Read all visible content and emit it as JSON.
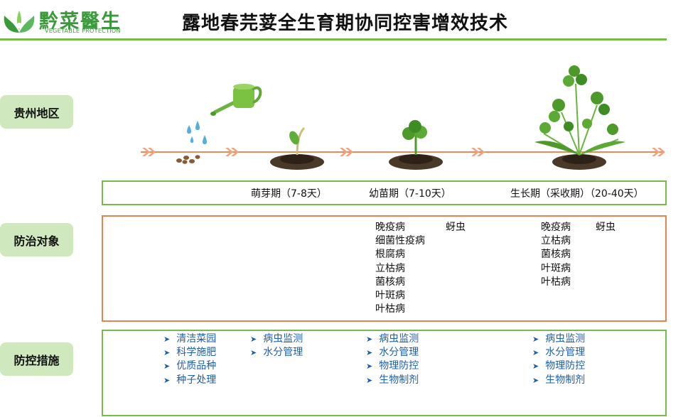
{
  "header": {
    "logo_chars": "黔菜醫生",
    "logo_sub": "VEGETABLE PROTECTION",
    "title": "露地春芫荽全生育期协同控害增效技术"
  },
  "colors": {
    "green": "#77b94a",
    "label_bg": "#cfe8bd",
    "orange": "#e6824f",
    "measure_text": "#1e5fa8"
  },
  "icons": [
    "logo-leaf-icon",
    "watering-can-icon",
    "water-drop-icon",
    "seeds-icon",
    "sprout-icon",
    "seedling-icon",
    "mature-plant-icon",
    "arrow-chevrons-icon"
  ],
  "labels": {
    "region": "贵州地区",
    "targets": "防治对象",
    "measures": "防控措施"
  },
  "stages": [
    "萌芽期（7-8天）",
    "幼苗期（7-10天）",
    "生长期（采收期）（20-40天）"
  ],
  "targets": {
    "seedling_diseases": [
      "晚疫病",
      "细菌性疫病",
      "根腐病",
      "立枯病",
      "菌核病",
      "叶斑病",
      "叶枯病"
    ],
    "seedling_pests": [
      "蚜虫"
    ],
    "growth_diseases": [
      "晚疫病",
      "立枯病",
      "菌核病",
      "叶斑病",
      "叶枯病"
    ],
    "growth_pests": [
      "蚜虫"
    ]
  },
  "measures": {
    "pre": [
      "清洁菜园",
      "科学施肥",
      "优质品种",
      "种子处理"
    ],
    "germination": [
      "病虫监测",
      "水分管理"
    ],
    "seedling": [
      "病虫监测",
      "水分管理",
      "物理防控",
      "生物制剂"
    ],
    "growth": [
      "病虫监测",
      "水分管理",
      "物理防控",
      "生物制剂"
    ]
  }
}
